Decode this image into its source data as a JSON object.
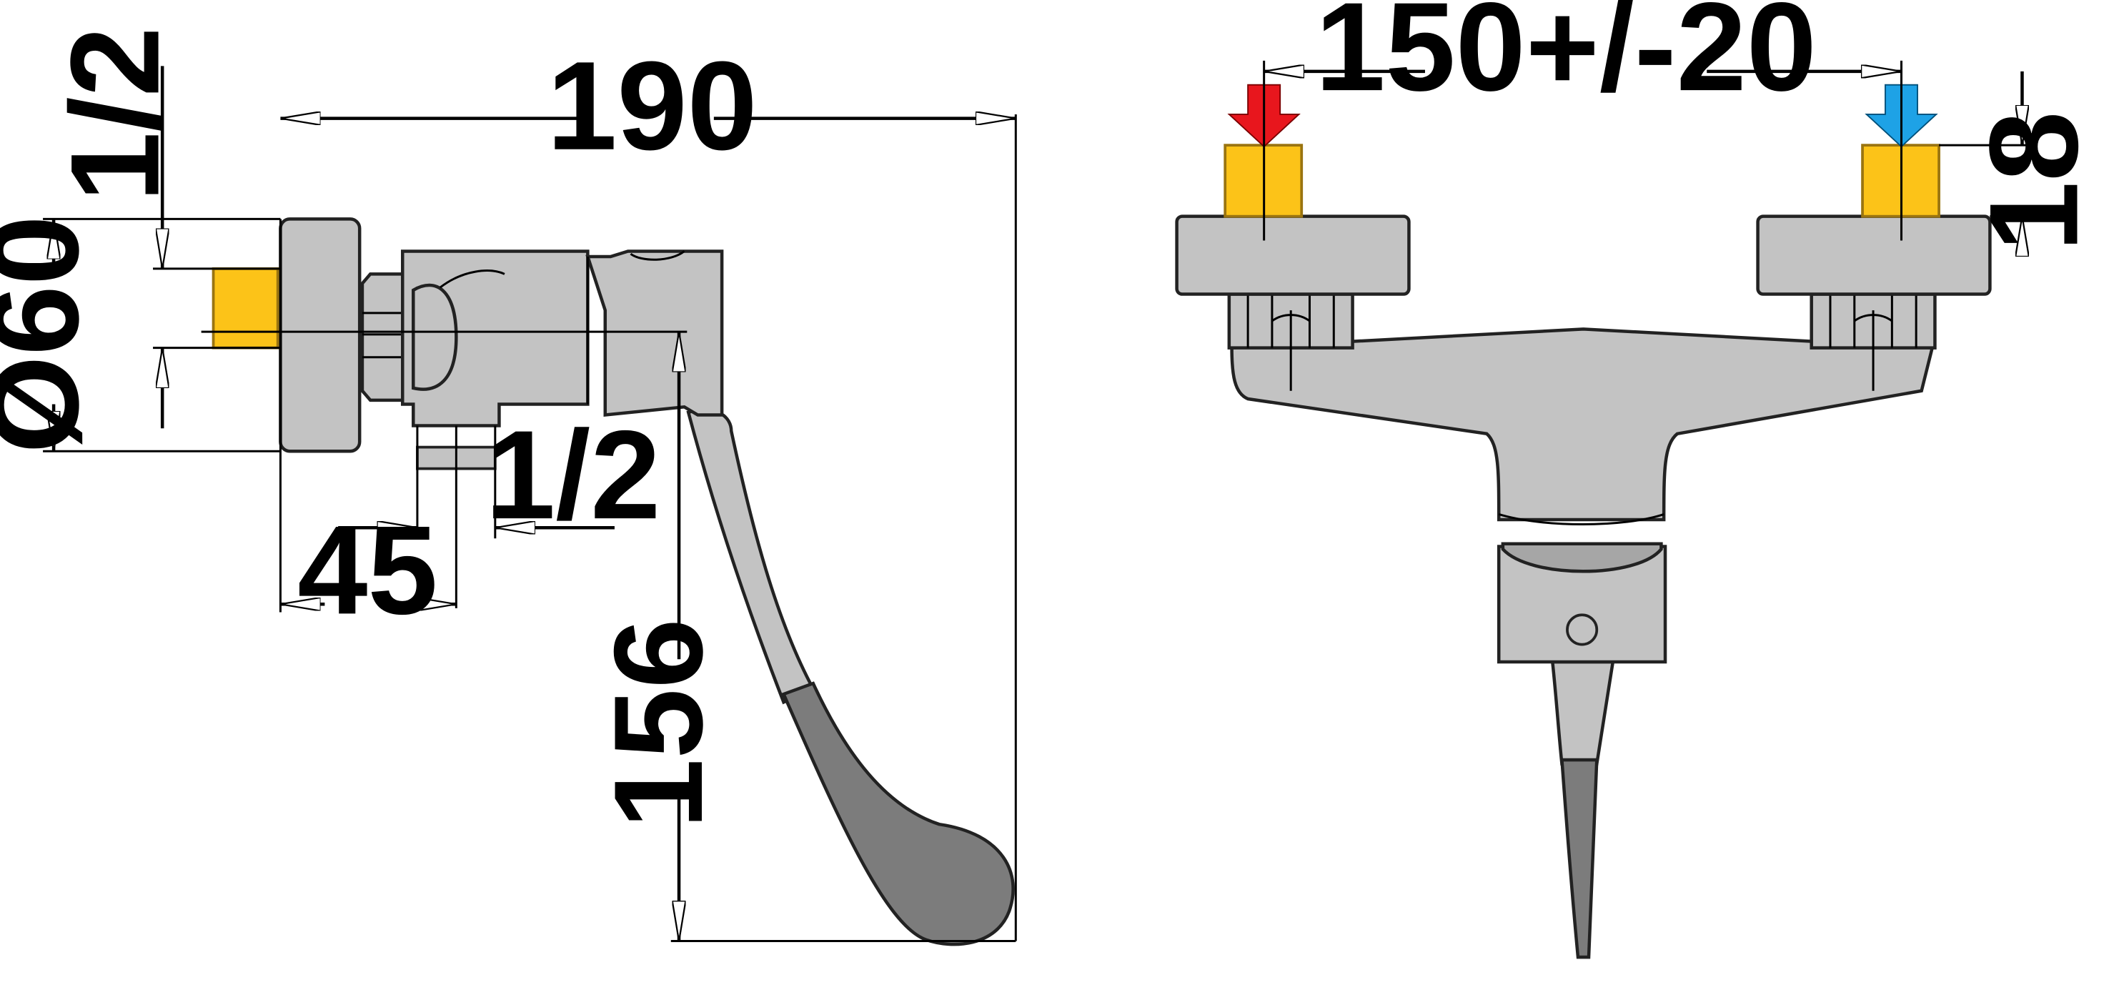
{
  "colors": {
    "body": "#c3c3c3",
    "body_dark": "#a6a6a6",
    "handle_grip": "#7c7c7c",
    "thread": "#fcc318",
    "thread_stroke": "#9a7410",
    "hot_arrow": "#e8161d",
    "cold_arrow": "#1ea2e6",
    "line": "#000000",
    "background": "#ffffff"
  },
  "side_view": {
    "dim_overall_length": "190",
    "dim_inlet_thread": "1/2",
    "dim_flange_diameter": "Ø60",
    "dim_outlet_thread": "1/2",
    "dim_outlet_offset": "45",
    "dim_handle_height": "156"
  },
  "front_view": {
    "dim_inlet_spacing": "150+/-20",
    "dim_thread_height": "18",
    "hot_inlet_icon": "hot-water-arrow-icon",
    "cold_inlet_icon": "cold-water-arrow-icon"
  }
}
